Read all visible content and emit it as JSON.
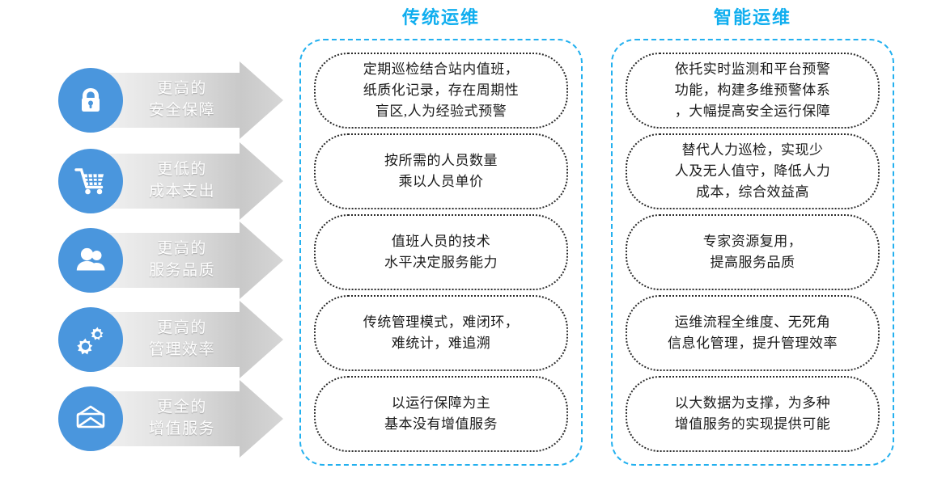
{
  "left_panel": {
    "items": [
      {
        "icon": "lock-icon",
        "line1": "更高的",
        "line2": "安全保障"
      },
      {
        "icon": "cart-icon",
        "line1": "更低的",
        "line2": "成本支出"
      },
      {
        "icon": "people-icon",
        "line1": "更高的",
        "line2": "服务品质"
      },
      {
        "icon": "gears-icon",
        "line1": "更高的",
        "line2": "管理效率"
      },
      {
        "icon": "envelope-icon",
        "line1": "更全的",
        "line2": "增值服务"
      }
    ]
  },
  "columns": [
    {
      "title": "传统运维",
      "cards": [
        "定期巡检结合站内值班，\n纸质化记录，存在周期性\n盲区,人为经验式预警",
        "按所需的人员数量\n乘以人员单价",
        "值班人员的技术\n水平决定服务能力",
        "传统管理模式，难闭环，\n难统计，难追溯",
        "以运行保障为主\n基本没有增值服务"
      ]
    },
    {
      "title": "智能运维",
      "cards": [
        "依托实时监测和平台预警\n功能，构建多维预警体系\n，大幅提高安全运行保障",
        "替代人力巡检，实现少\n人及无人值守，降低人力\n成本，综合效益高",
        "专家资源复用，\n提高服务品质",
        "运维流程全维度、无死角\n信息化管理，提升管理效率",
        "以大数据为支撑，为多种\n增值服务的实现提供可能"
      ]
    }
  ],
  "colors": {
    "icon_circle": "#4a96dd",
    "title_blue": "#10aeef",
    "frame_dashed": "#23b0ef",
    "card_border": "#2b2b2b",
    "arrow_gradient_start": "#f4f4f4",
    "arrow_gradient_end": "#c9c9c9",
    "arrow_label_text": "#ffffff"
  }
}
